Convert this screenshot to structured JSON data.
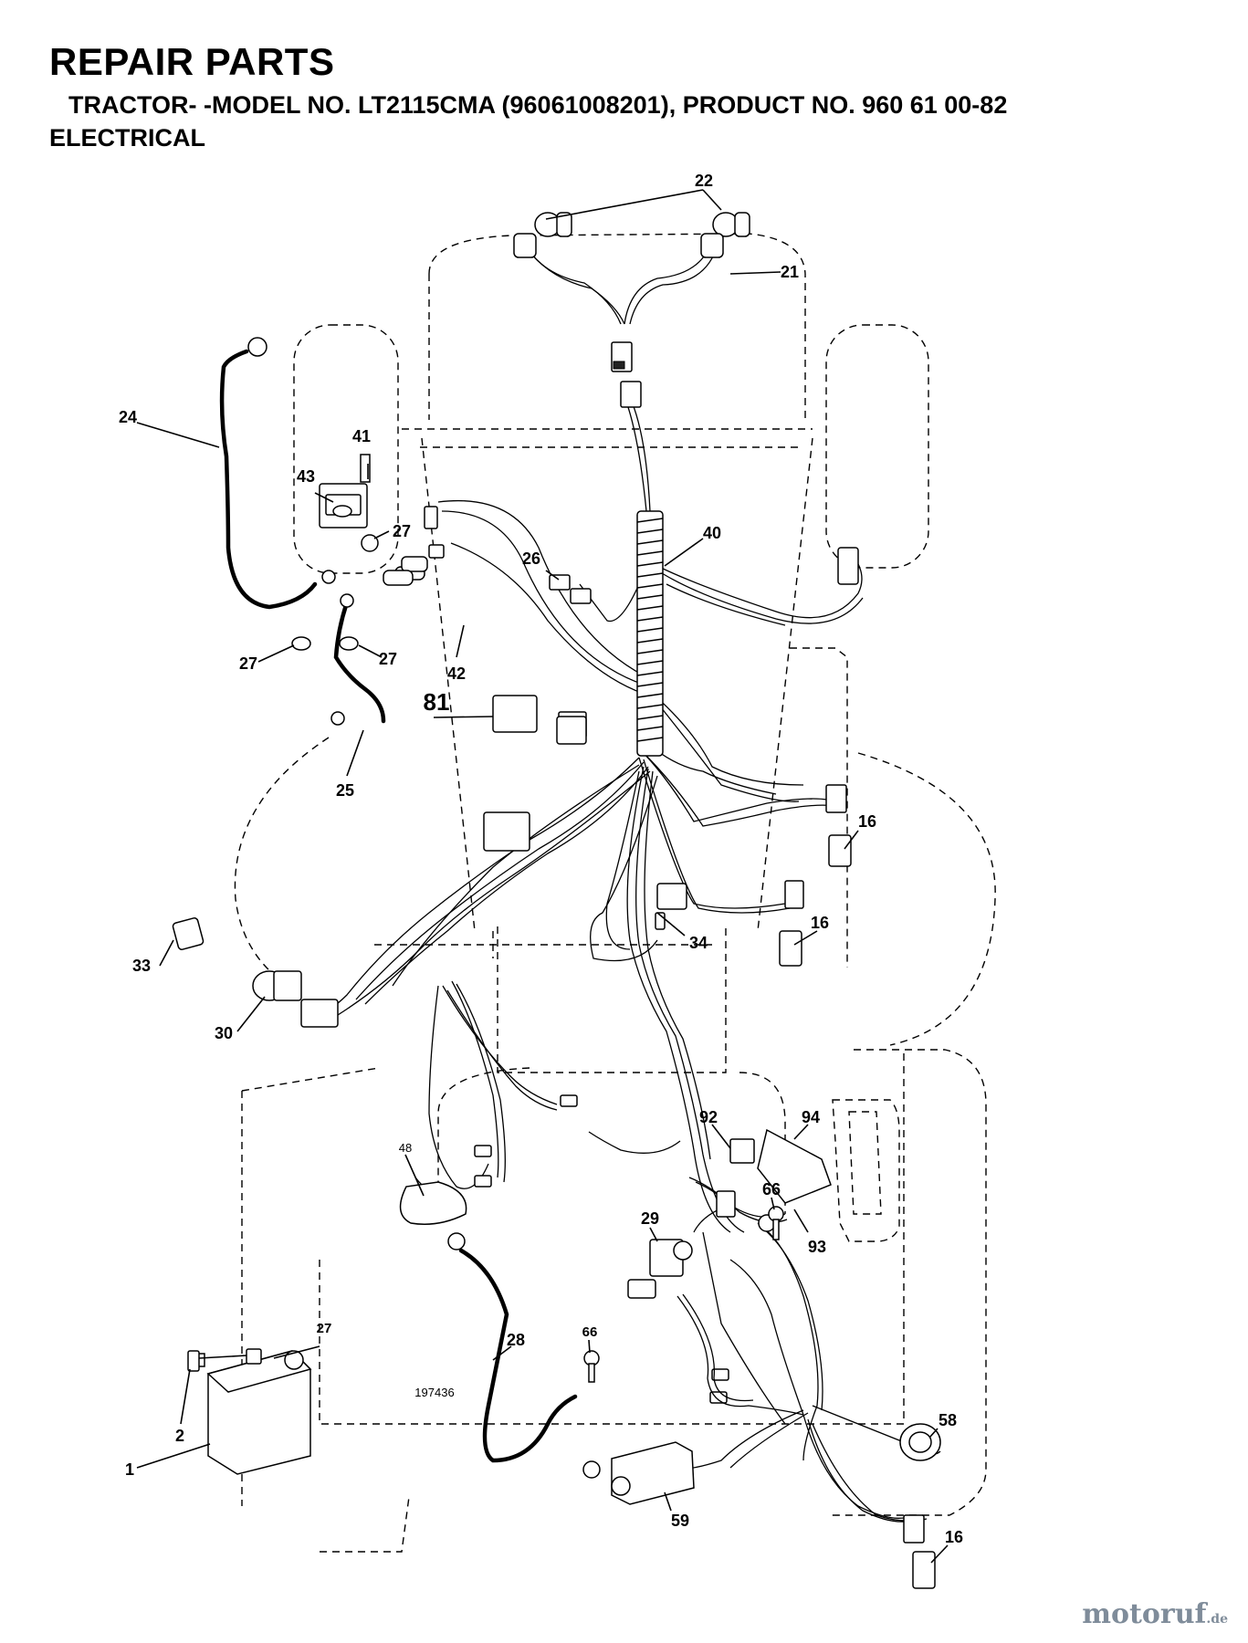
{
  "header": {
    "title": "REPAIR PARTS",
    "subtitle": "TRACTOR- -MODEL NO. LT2115CMA (96061008201), PRODUCT NO. 960 61 00-82",
    "section": "ELECTRICAL"
  },
  "drawing_number": "197436",
  "callouts": [
    {
      "id": "22",
      "text": "22"
    },
    {
      "id": "21",
      "text": "21"
    },
    {
      "id": "24",
      "text": "24"
    },
    {
      "id": "41",
      "text": "41"
    },
    {
      "id": "43",
      "text": "43"
    },
    {
      "id": "27a",
      "text": "27"
    },
    {
      "id": "40",
      "text": "40"
    },
    {
      "id": "26",
      "text": "26"
    },
    {
      "id": "27b",
      "text": "27"
    },
    {
      "id": "27c",
      "text": "27"
    },
    {
      "id": "42",
      "text": "42"
    },
    {
      "id": "81",
      "text": "81"
    },
    {
      "id": "25",
      "text": "25"
    },
    {
      "id": "16a",
      "text": "16"
    },
    {
      "id": "16b",
      "text": "16"
    },
    {
      "id": "34",
      "text": "34"
    },
    {
      "id": "33",
      "text": "33"
    },
    {
      "id": "30",
      "text": "30"
    },
    {
      "id": "48",
      "text": "48"
    },
    {
      "id": "92",
      "text": "92"
    },
    {
      "id": "94",
      "text": "94"
    },
    {
      "id": "66a",
      "text": "66"
    },
    {
      "id": "29",
      "text": "29"
    },
    {
      "id": "93",
      "text": "93"
    },
    {
      "id": "27d",
      "text": "27"
    },
    {
      "id": "28",
      "text": "28"
    },
    {
      "id": "66b",
      "text": "66"
    },
    {
      "id": "2",
      "text": "2"
    },
    {
      "id": "1",
      "text": "1"
    },
    {
      "id": "58",
      "text": "58"
    },
    {
      "id": "59",
      "text": "59"
    },
    {
      "id": "16c",
      "text": "16"
    }
  ],
  "watermark": {
    "text": "motoruf",
    "suffix": ".de"
  }
}
